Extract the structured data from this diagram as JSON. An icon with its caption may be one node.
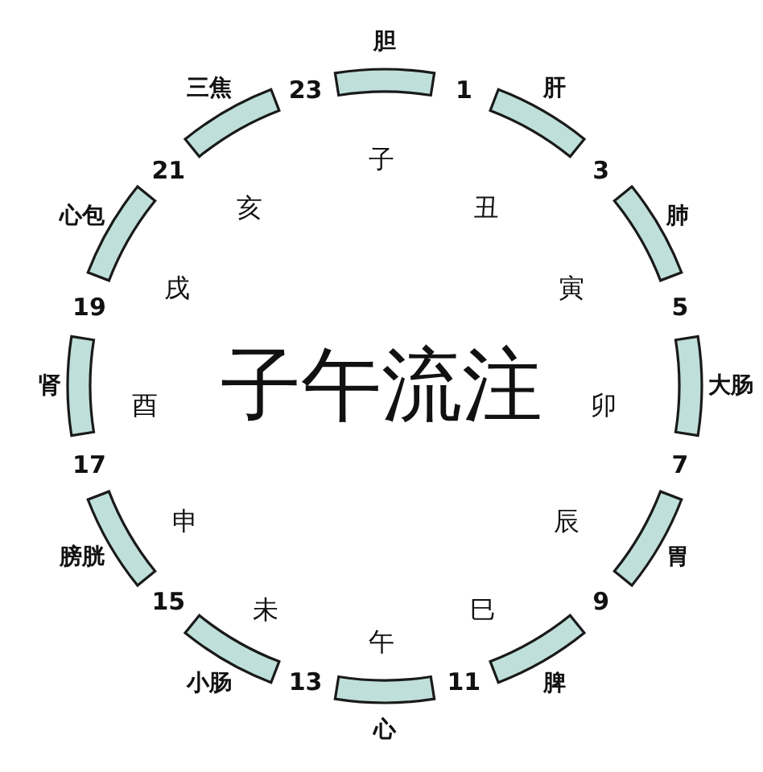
{
  "diagram": {
    "title": "子午流注",
    "nodes": [
      {
        "text": [
          "胆"
        ]
      },
      {
        "text": [
          "肝"
        ]
      },
      {
        "text": [
          "肺"
        ]
      },
      {
        "text": [
          "大肠"
        ]
      },
      {
        "text": [
          "胃"
        ]
      },
      {
        "text": [
          "脾"
        ]
      },
      {
        "text": [
          "心"
        ]
      },
      {
        "text": [
          "小肠"
        ]
      },
      {
        "text": [
          "膀胱"
        ]
      },
      {
        "text": [
          "肾"
        ]
      },
      {
        "text": [
          "心包"
        ]
      },
      {
        "text": [
          "三焦"
        ]
      }
    ],
    "labels": [
      "23",
      "1",
      "3",
      "5",
      "7",
      "9",
      "11",
      "13",
      "15",
      "17",
      "19",
      "21",
      "子",
      "丑",
      "寅",
      "卯",
      "辰",
      "巳",
      "午",
      "未",
      "申",
      "酉",
      "戌",
      "亥"
    ]
  }
}
